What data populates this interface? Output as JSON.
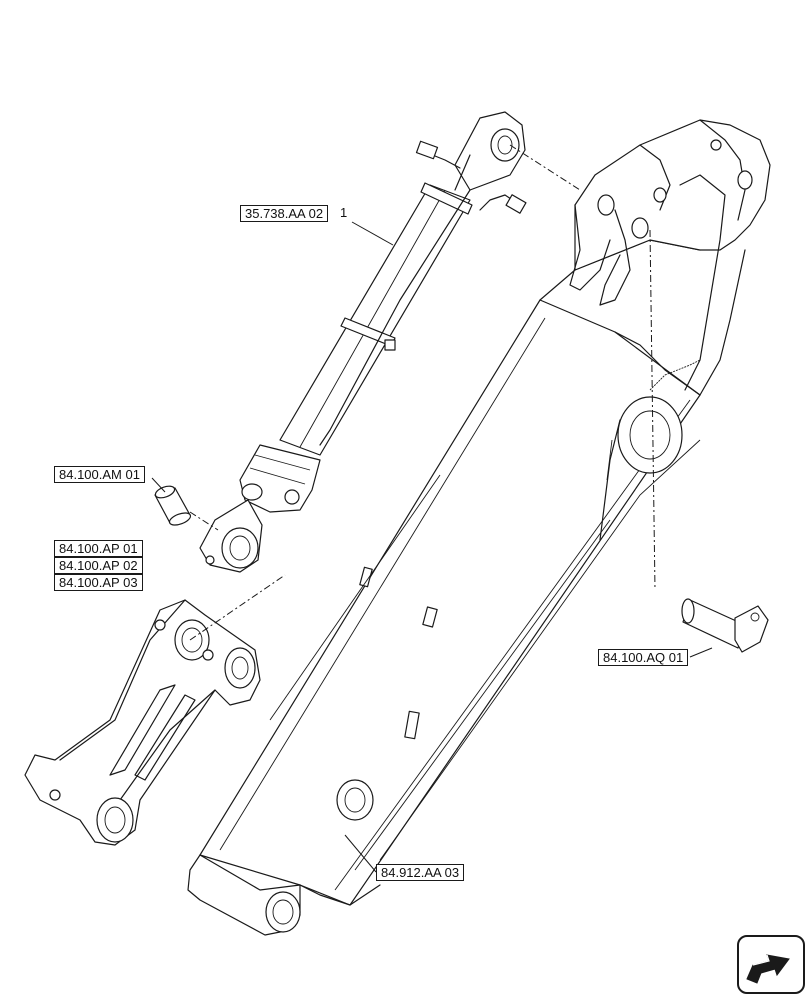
{
  "callouts": {
    "cylinder": "35.738.AA 02",
    "cylinder_item": "1",
    "bushing": "84.100.AM 01",
    "link_1": "84.100.AP 01",
    "link_2": "84.100.AP 02",
    "link_3": "84.100.AP 03",
    "pin": "84.100.AQ 01",
    "boom": "84.912.AA 03"
  },
  "nav": {
    "icon": "navigation-arrow-icon"
  }
}
